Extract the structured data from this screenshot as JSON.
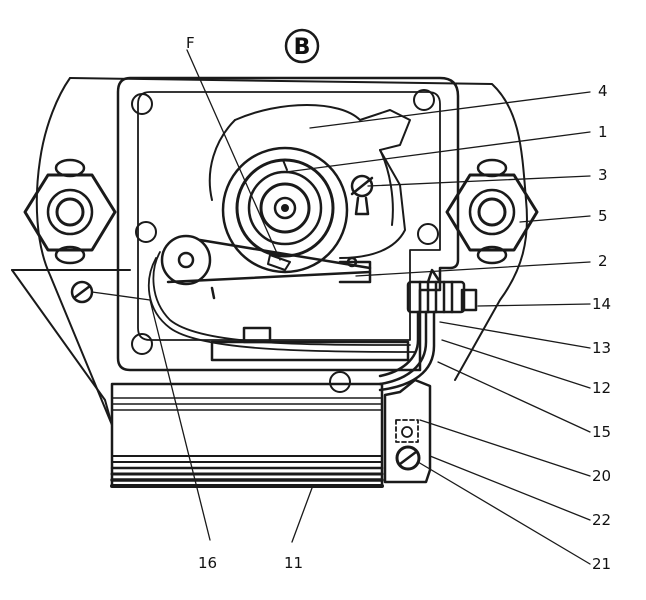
{
  "diagram": {
    "view_mark": "B",
    "letter_label": "F",
    "part_numbers": {
      "n4": "4",
      "n1": "1",
      "n3": "3",
      "n5": "5",
      "n2": "2",
      "n14": "14",
      "n13": "13",
      "n12": "12",
      "n15": "15",
      "n20": "20",
      "n22": "22",
      "n21": "21",
      "n16": "16",
      "n11": "11"
    }
  },
  "colors": {
    "ink": "#1a1a1a",
    "paper": "#ffffff"
  }
}
